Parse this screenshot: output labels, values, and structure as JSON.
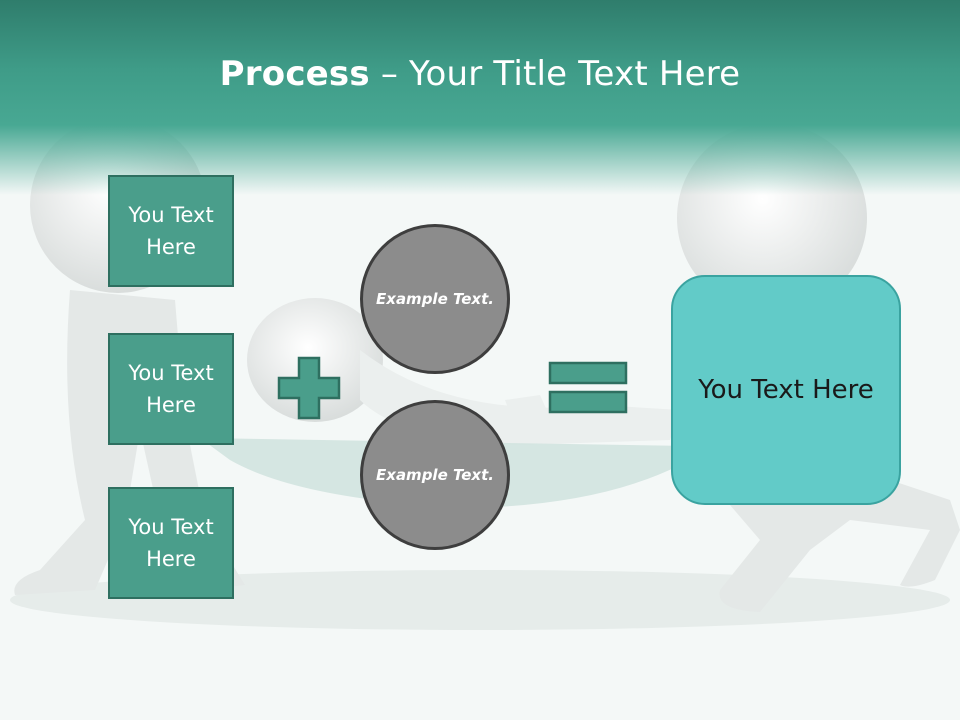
{
  "title": {
    "bold": "Process",
    "rest": "– Your Title Text Here"
  },
  "left_boxes": [
    {
      "text": "You Text Here"
    },
    {
      "text": "You Text Here"
    },
    {
      "text": "You Text Here"
    }
  ],
  "operators": {
    "plus": "plus-icon",
    "equals": "equals-icon"
  },
  "circles": [
    {
      "text": "Example Text."
    },
    {
      "text": "Example Text."
    }
  ],
  "result": {
    "text": "You Text Here"
  },
  "colors": {
    "header": "#48a893",
    "box_fill": "#4a9e8b",
    "box_border": "#2e6f60",
    "circle_fill": "#8c8c8c",
    "result_fill": "#62cbc8"
  }
}
